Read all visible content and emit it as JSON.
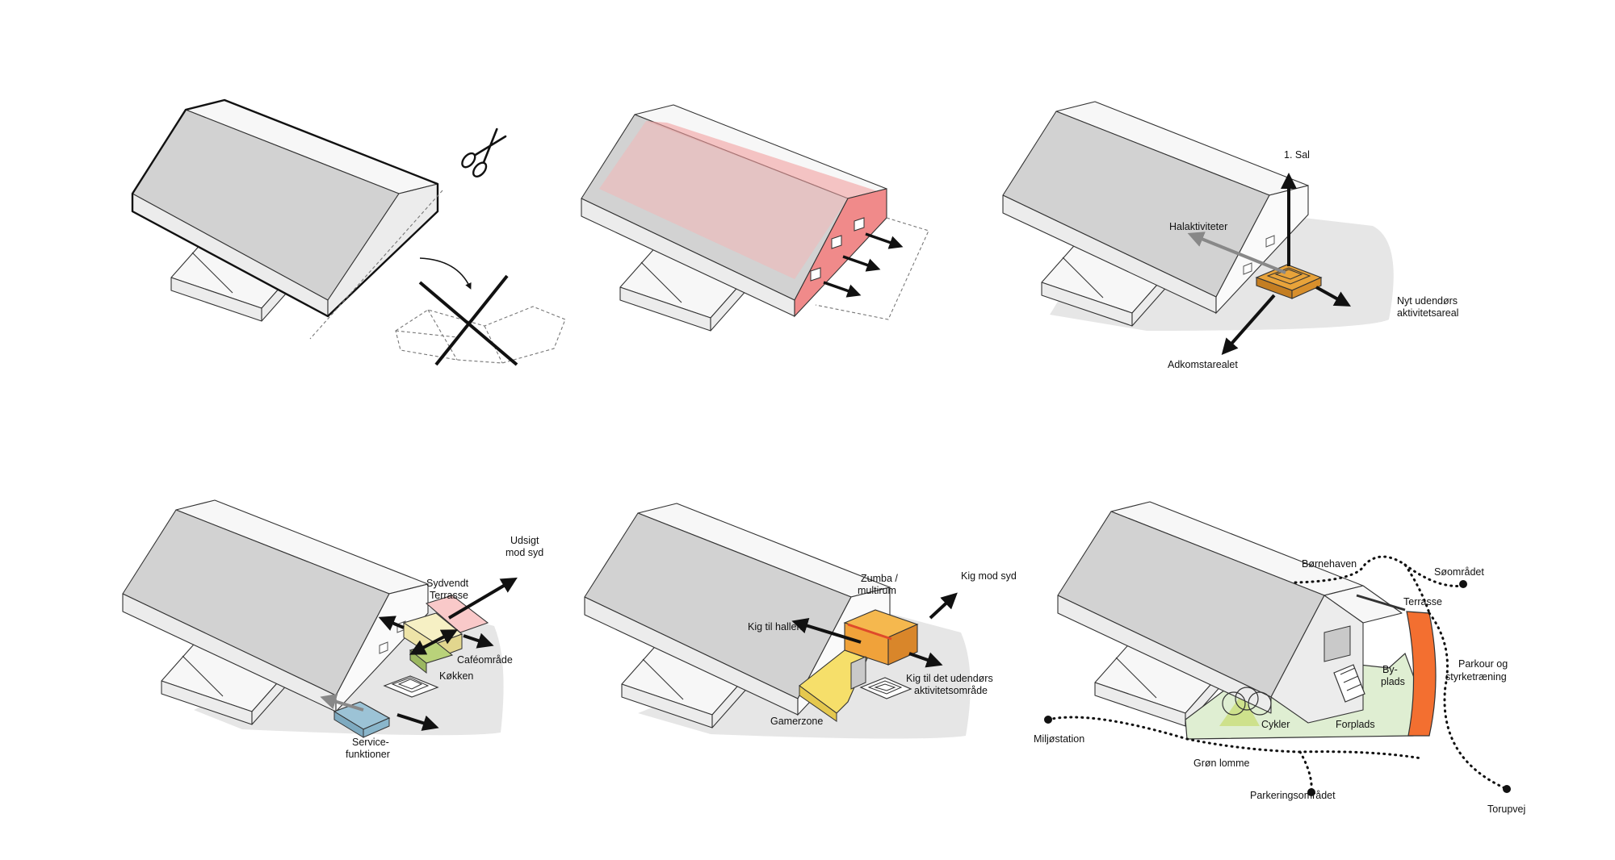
{
  "diagrams": [
    {
      "id": "step-1-cut",
      "labels": []
    },
    {
      "id": "step-2-opening",
      "labels": []
    },
    {
      "id": "step-3-activity",
      "labels": [
        "1. Sal",
        "Halaktiviteter",
        "Nyt udendørs",
        "aktivitetsareal",
        "Adkomstarealet"
      ]
    },
    {
      "id": "step-4-cafe",
      "labels": [
        "Udsigt",
        "mod syd",
        "Sydvendt",
        "Terrasse",
        "Caféområde",
        "Køkken",
        "Service-",
        "funktioner"
      ]
    },
    {
      "id": "step-5-zumba",
      "labels": [
        "Zumba /",
        "multirum",
        "Kig mod syd",
        "Kig til hallen",
        "Kig til det udendørs",
        "aktivitetsområde",
        "Gamerzone"
      ]
    },
    {
      "id": "step-6-site",
      "labels": [
        "Børnehaven",
        "Søområdet",
        "Terrasse",
        "By-",
        "plads",
        "Parkour og",
        "styrketræning",
        "Cykler",
        "Forplads",
        "Miljøstation",
        "Grøn lomme",
        "Parkeringsområdet",
        "Torupvej"
      ]
    }
  ],
  "colors": {
    "roof": "#d2d2d2",
    "wall": "#ececec",
    "opening_red": "#f08a8a",
    "stair_orange": "#e8a33a",
    "cafe_pink": "#f9c9c9",
    "cafe_cream": "#f6f0c4",
    "kitchen_green": "#b9d27a",
    "service_blue": "#9cc3d6",
    "zumba_orange": "#f0a23a",
    "gamer_yellow": "#f6df6a",
    "plads_green": "#dfeed2",
    "parkour_orange": "#f36f30"
  }
}
